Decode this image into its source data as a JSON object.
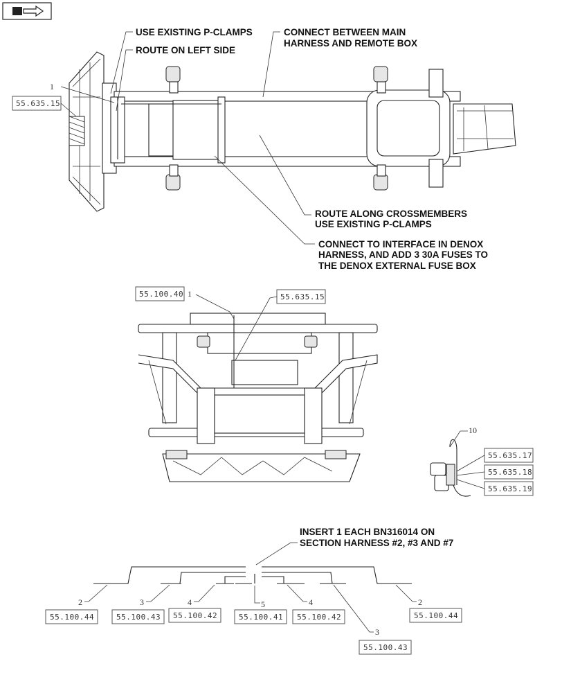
{
  "notes": {
    "p_clamps": "USE EXISTING P-CLAMPS",
    "left_side": "ROUTE ON LEFT SIDE",
    "connect_main_1": "CONNECT BETWEEN MAIN",
    "connect_main_2": "HARNESS AND REMOTE BOX",
    "crossmembers_1": "ROUTE ALONG CROSSMEMBERS",
    "crossmembers_2": "USE EXISTING P-CLAMPS",
    "denox_1": "CONNECT TO INTERFACE IN DENOX",
    "denox_2": "HARNESS, AND ADD 3 30A FUSES TO",
    "denox_3": "THE DENOX EXTERNAL FUSE BOX",
    "insert_1": "INSERT 1 EACH BN316014 ON",
    "insert_2": "SECTION HARNESS #2, #3 AND #7"
  },
  "refs": {
    "top_left": "55.635.15",
    "mid_left": "55.100.40",
    "mid_center": "55.635.15",
    "conn_a": "55.635.17",
    "conn_b": "55.635.18",
    "conn_c": "55.635.19",
    "h1": "55.100.44",
    "h2": "55.100.43",
    "h3": "55.100.42",
    "h4": "55.100.41",
    "h5": "55.100.42",
    "h6": "55.100.44",
    "h7": "55.100.43"
  },
  "callouts": {
    "top_1": "1",
    "mid_1": "1",
    "c10": "10",
    "b2a": "2",
    "b3a": "3",
    "b4a": "4",
    "b5": "5",
    "b4b": "4",
    "b3b": "3",
    "b2b": "2"
  },
  "icons": {
    "nav": "arrow-right-icon"
  }
}
